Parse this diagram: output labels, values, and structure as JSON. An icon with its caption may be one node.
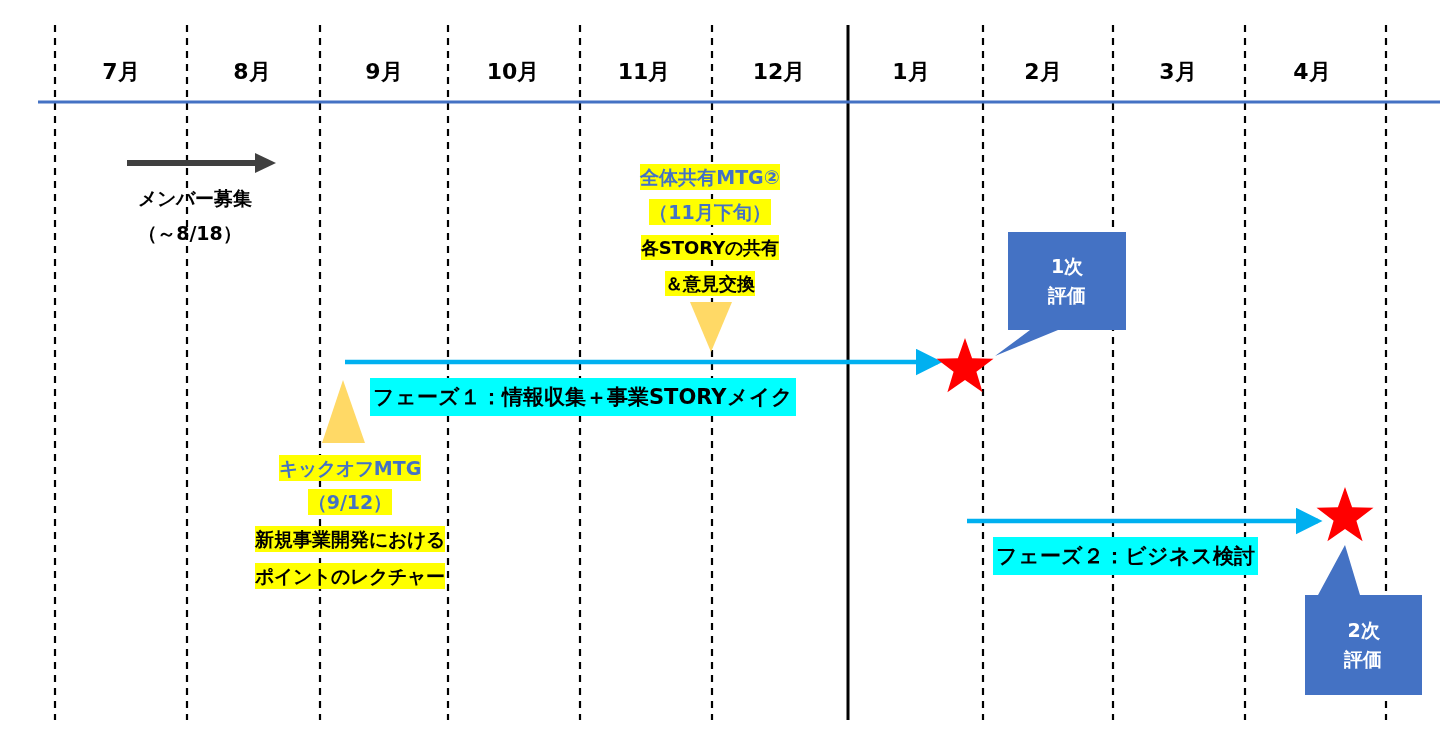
{
  "diagram": {
    "nodes": [
      {
        "text": [],
        "shape": "star"
      },
      {
        "text": [
          "1次評価"
        ]
      },
      {
        "text": [],
        "shape": "star"
      },
      {
        "text": [
          "2次評価"
        ]
      }
    ],
    "edges": [
      {
        "from": null,
        "to": 0,
        "arrow": "to",
        "label": "フェーズ１：情報収集＋事業STORYメイク"
      },
      {
        "from": null,
        "to": 2,
        "arrow": "to",
        "label": "フェーズ２：ビジネス検討"
      }
    ],
    "labels": [
      "7月",
      "8月",
      "9月",
      "10月",
      "11月",
      "12月",
      "1月",
      "2月",
      "3月",
      "4月",
      "メンバー募集",
      "（～8/18）",
      "全体共有MTG②",
      "（11月下旬）",
      "各STORYの共有＆意見交換",
      "キックオフMTG",
      "（9/12）",
      "新規事業開発におけるポイントのレクチャー"
    ]
  }
}
